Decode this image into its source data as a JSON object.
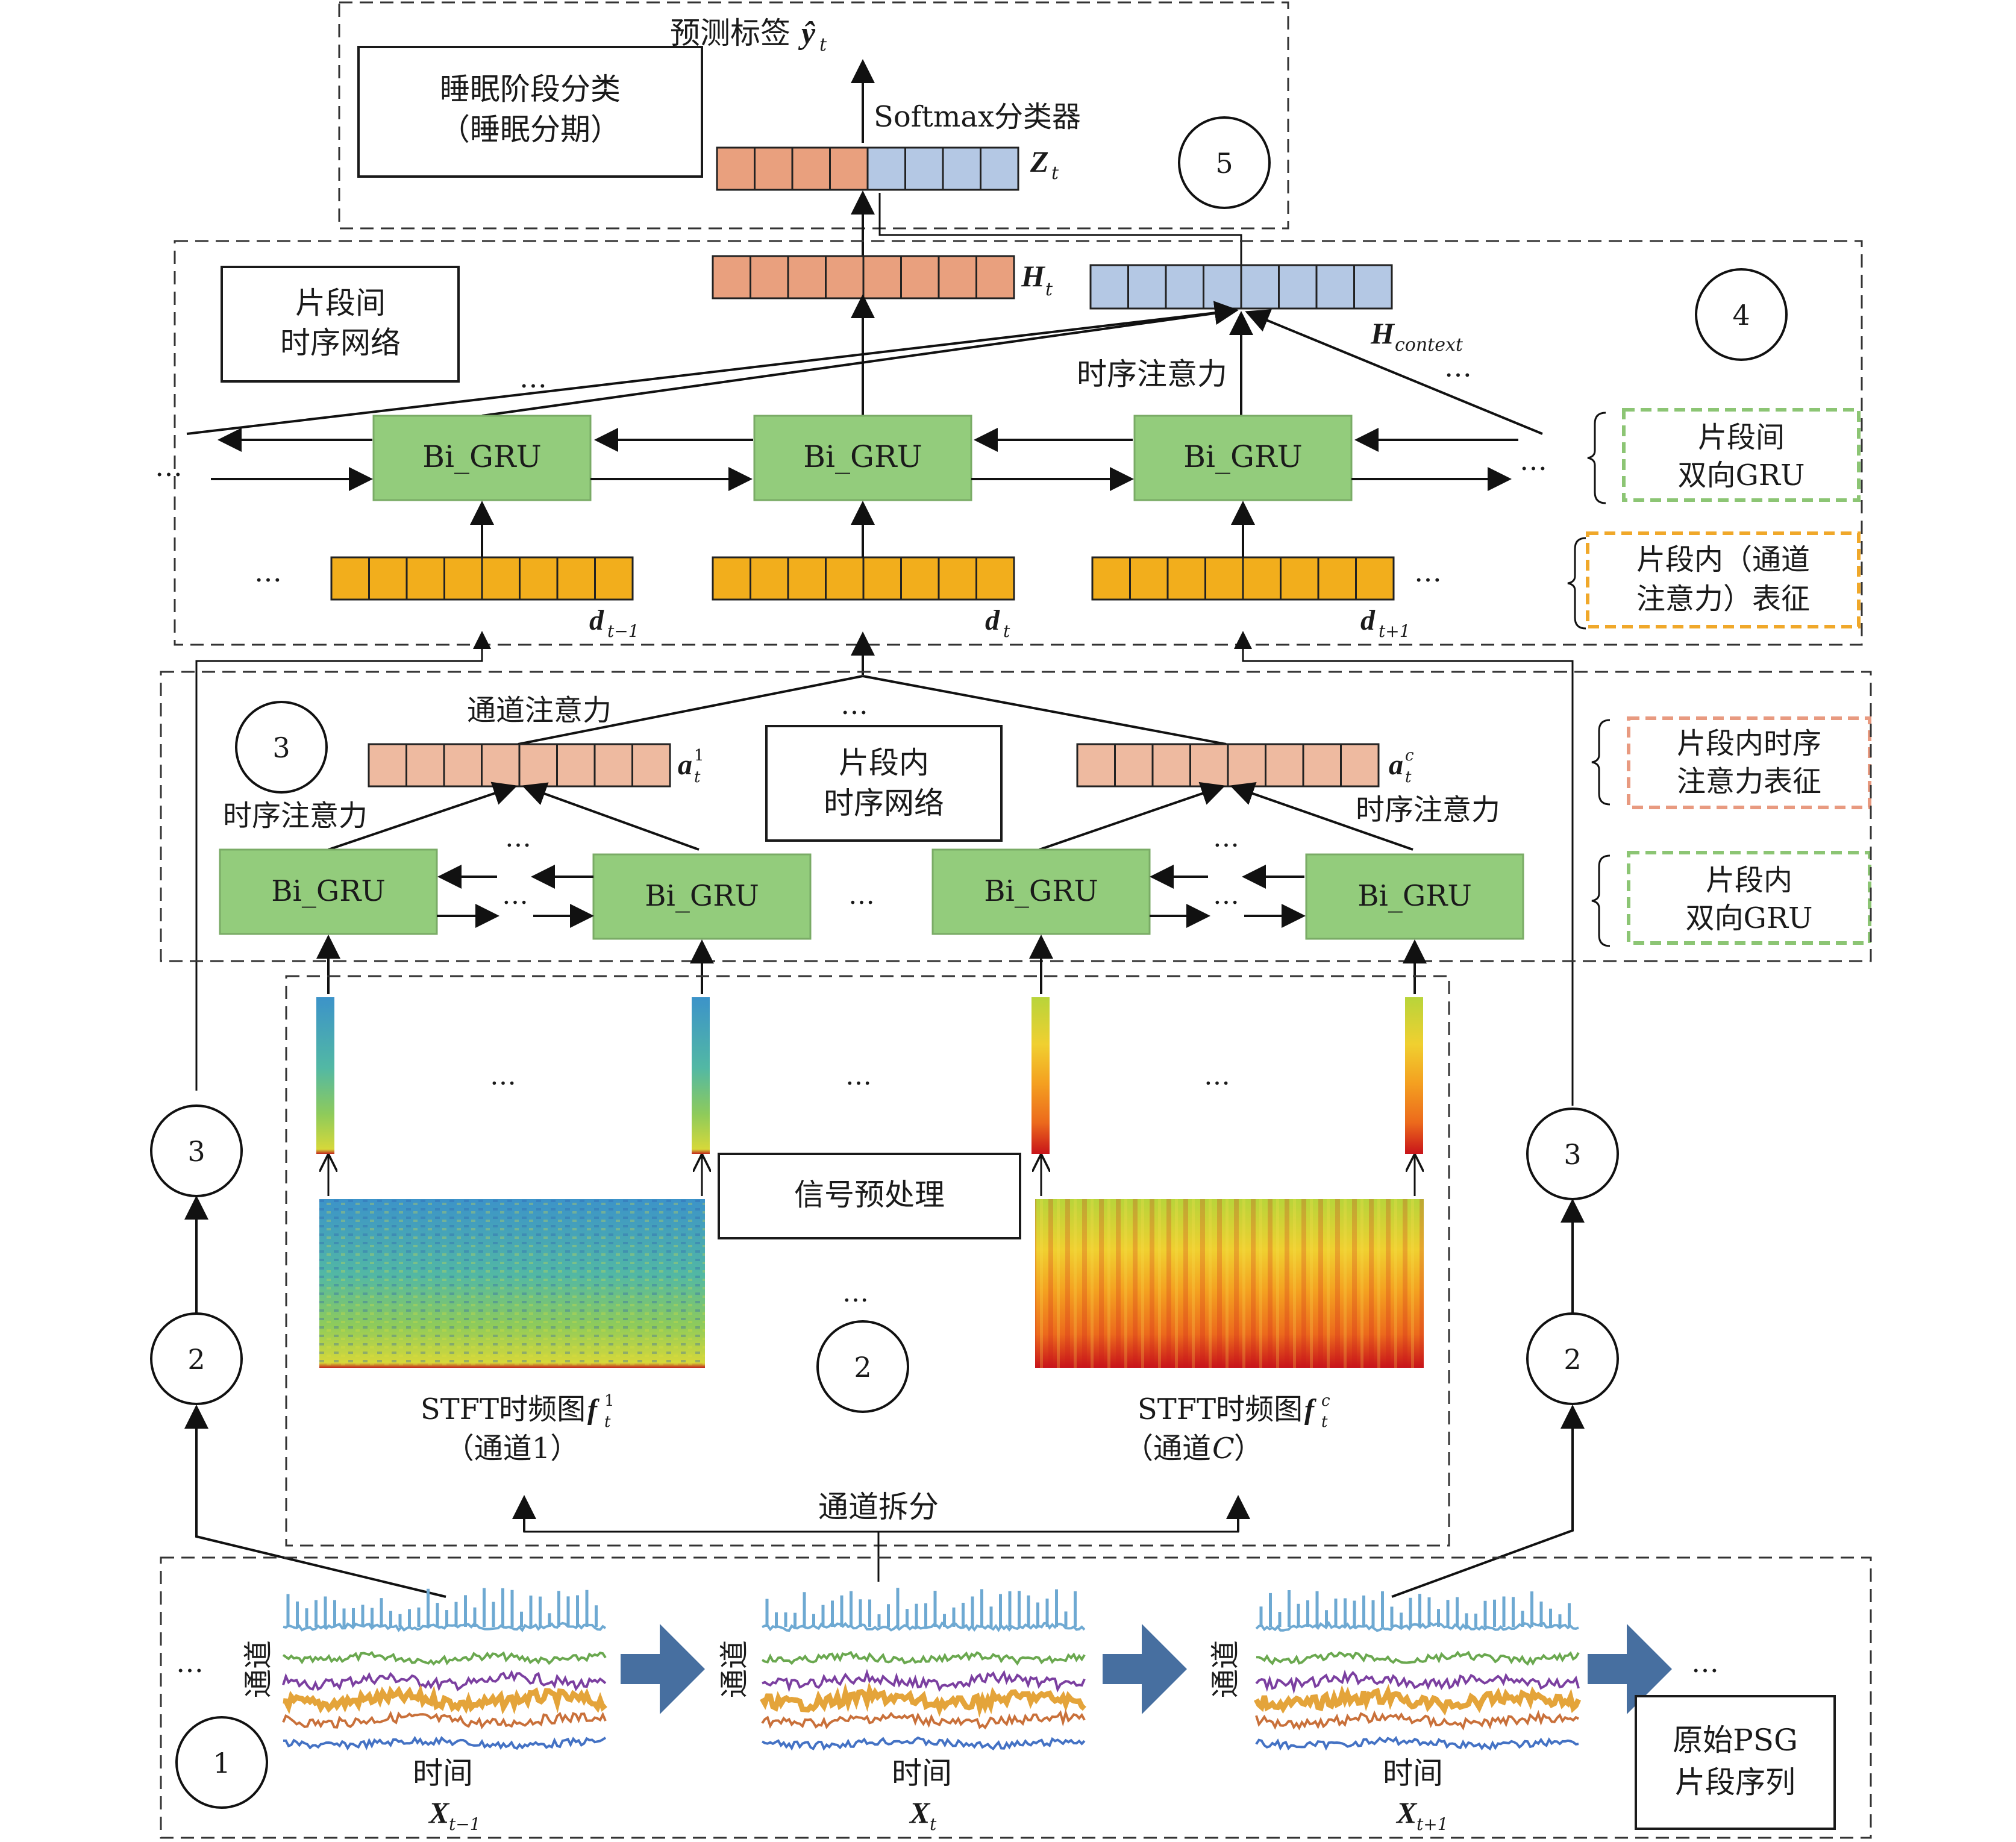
{
  "colors": {
    "orange_cell": "#e9a07e",
    "blue_cell": "#b4c8e4",
    "gold_cell": "#f2ae1c",
    "pink_cell": "#eebaa0",
    "gru_fill": "#93cc7c",
    "green_dash": "#8cc574",
    "gold_dash": "#f0a82a",
    "salmon_dash": "#e89a80",
    "big_arrow": "#476fa0"
  },
  "section5": {
    "title_line1": "睡眠阶段分类",
    "title_line2": "（睡眠分期）",
    "output_label": "预测标签",
    "output_symbol": "ŷ",
    "output_sub": "t",
    "classifier": "Softmax分类器",
    "z_symbol": "Z",
    "z_sub": "t",
    "circle": "5"
  },
  "section4": {
    "title_line1": "片段间",
    "title_line2": "时序网络",
    "h_symbol": "H",
    "h_sub": "t",
    "hctx_symbol": "H",
    "hctx_sub": "context",
    "temporal_attention": "时序注意力",
    "circle": "4",
    "gru_label": "Bi_GRU",
    "d_symbol": "d",
    "d_subs": [
      "t−1",
      "t",
      "t+1"
    ]
  },
  "legend": {
    "inter_bigru_line1": "片段间",
    "inter_bigru_line2": "双向GRU",
    "channel_attn_line1": "片段内（通道",
    "channel_attn_line2": "注意力）表征",
    "temporal_attn_line1": "片段内时序",
    "temporal_attn_line2": "注意力表征",
    "intra_bigru_line1": "片段内",
    "intra_bigru_line2": "双向GRU"
  },
  "section3": {
    "circle": "3",
    "channel_attention": "通道注意力",
    "temporal_attention_left": "时序注意力",
    "temporal_attention_right": "时序注意力",
    "title_line1": "片段内",
    "title_line2": "时序网络",
    "a_symbol": "a",
    "a1_sup": "1",
    "ac_sup": "c",
    "a_sub": "t",
    "gru_label": "Bi_GRU"
  },
  "section2": {
    "preprocess": "信号预处理",
    "circle": "2",
    "stft_left_line1": "STFT时频图",
    "stft_left_line2": "（通道1）",
    "stft_right_line1": "STFT时频图",
    "stft_right_line2": "（通道",
    "stft_right_c": "C",
    "stft_right_close": "）",
    "f_symbol": "f",
    "f1_sup": "1",
    "fc_sup": "c",
    "f_sub": "t",
    "channel_split": "通道拆分"
  },
  "side": {
    "circle3": "3",
    "circle2": "2"
  },
  "section1": {
    "circle": "1",
    "channel_label": "通道",
    "time_label": "时间",
    "x_symbol": "X",
    "x_subs": [
      "t−1",
      "t",
      "t+1"
    ],
    "raw_line1": "原始PSG",
    "raw_line2": "片段序列"
  },
  "ellipsis": "…",
  "signal_colors": [
    "#6ea9d2",
    "#6aa84f",
    "#7b3fa0",
    "#e4a43a",
    "#c9703a",
    "#4472c4"
  ]
}
